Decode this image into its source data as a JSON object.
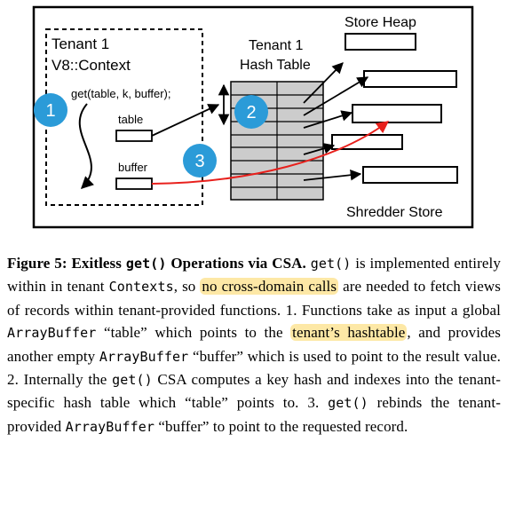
{
  "figure": {
    "store_heap_label": "Store Heap",
    "tenant_title_line1": "Tenant 1",
    "tenant_title_line2": "V8::Context",
    "hash_table_line1": "Tenant 1",
    "hash_table_line2": "Hash Table",
    "call_text": "get(table, k, buffer);",
    "table_label": "table",
    "buffer_label": "buffer",
    "shredder_label": "Shredder Store",
    "step1": "1",
    "step2": "2",
    "step3": "3",
    "colors": {
      "step_circle": "#2b9bd8",
      "hash_table_fill": "#cccccc",
      "rebind_arrow": "#e8201c"
    }
  },
  "caption": {
    "figure_label": "Figure 5:",
    "title_a": "Exitless",
    "title_code": "get()",
    "title_b": "Operations via CSA.",
    "s1_code": "get()",
    "s1_a": "is implemented entirely within in tenant",
    "s1_code2": "Contexts",
    "s1_b": ", so",
    "hl1": "no cross-domain calls",
    "s1_c": "are needed to fetch views of records within tenant-provided functions. 1. Functions take as input a global",
    "s2_code": "ArrayBuffer",
    "s2_a": "“table” which points to the",
    "hl2": "tenant’s hashtable",
    "s2_b": ", and provides another empty",
    "s2_code2": "ArrayBuffer",
    "s2_c": "“buffer” which is used to point to the result value. 2. Internally the",
    "s3_code": "get()",
    "s3_a": "CSA computes a key hash and indexes into the tenant-specific hash table which “table” points to. 3.",
    "s4_code": "get()",
    "s4_a": "rebinds the tenant-provided",
    "s4_code2": "ArrayBuffer",
    "s4_b": "“buffer” to point to the requested record."
  }
}
